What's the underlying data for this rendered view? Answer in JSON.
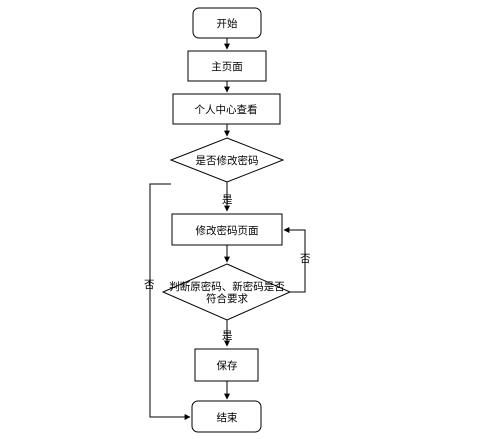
{
  "flowchart": {
    "start": "开始",
    "main_page": "主页面",
    "personal_center": "个人中心查看",
    "decision_change_password": "是否修改密码",
    "change_password_page": "修改密码页面",
    "decision_check_line1": "判断原密码、新密码是否",
    "decision_check_line2": "符合要求",
    "save": "保存",
    "end": "结束",
    "label_yes_1": "是",
    "label_no_1": "否",
    "label_no_2": "否",
    "label_yes_2": "是"
  }
}
